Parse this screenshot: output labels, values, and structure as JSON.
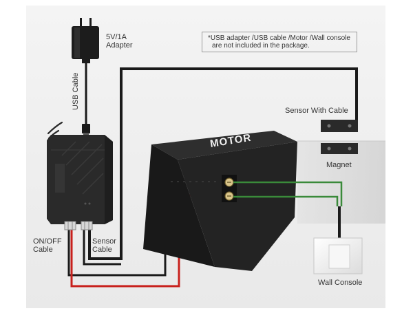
{
  "adapter": {
    "line1": "5V/1A",
    "line2": "Adapter"
  },
  "usb_cable_label": "USB Cable",
  "note": {
    "line1": "*USB adapter /USB cable /Motor /Wall console",
    "line2": "are not included in the package."
  },
  "sensor_with_cable_label": "Sensor With Cable",
  "magnet_label": "Magnet",
  "motor_label": "MOTOR",
  "onoff_cable": {
    "line1": "ON/OFF",
    "line2": "Cable"
  },
  "sensor_cable": {
    "line1": "Sensor",
    "line2": "Cable"
  },
  "wall_console_label": "Wall Console",
  "colors": {
    "wire_black": "#1a1a1a",
    "wire_red": "#c8201c",
    "wire_green": "#3a8a3a",
    "device": "#2a2a2a",
    "motor": "#232323"
  }
}
